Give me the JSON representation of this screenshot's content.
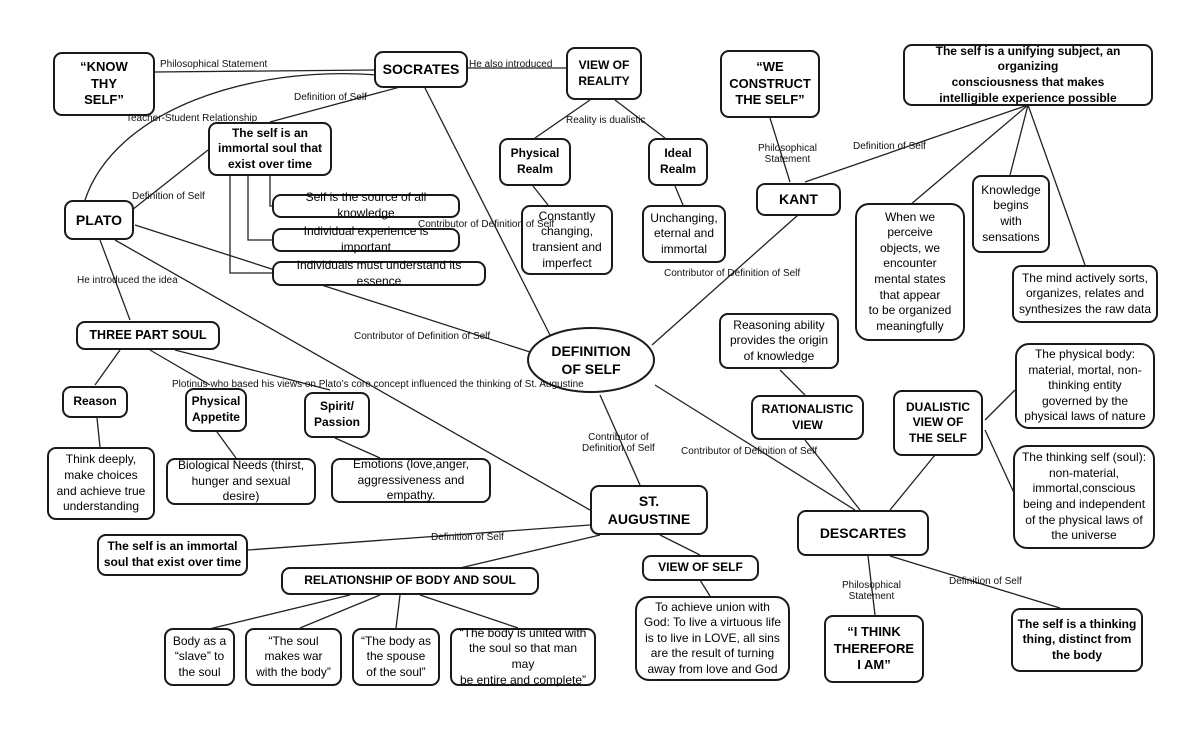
{
  "nodes": {
    "know_thy_self": "“KNOW\nTHY\nSELF”",
    "socrates": "SOCRATES",
    "view_of_reality": "VIEW OF\nREALITY",
    "we_construct": "“WE\nCONSTRUCT\nTHE SELF”",
    "unifying_subject": "The self is a unifying subject, an organizing\nconsciousness that makes\nintelligible experience possible",
    "immortal_soul_socrates": "The self is an\nimmortal soul that\nexist over time",
    "physical_realm": "Physical\nRealm",
    "ideal_realm": "Ideal\nRealm",
    "plato": "PLATO",
    "source_knowledge": "Self is the source of all knowledge",
    "individual_experience": "Individual experience is important",
    "understand_essence": "Individuals must understand its essence",
    "constantly_changing": "Constantly\nchanging,\ntransient and\nimperfect",
    "unchanging": "Unchanging,\neternal and\nimmortal",
    "kant": "KANT",
    "perceive_objects": "When we\nperceive\nobjects, we\nencounter\nmental states\nthat appear\nto be  organized\nmeaningfully",
    "knowledge_sensations": "Knowledge\nbegins\nwith\nsensations",
    "mind_sorts": "The mind actively sorts,\norganizes, relates and\nsynthesizes the raw data",
    "three_part_soul": "THREE PART SOUL",
    "definition_of_self": "DEFINITION\nOF SELF",
    "reasoning_ability": "Reasoning ability\nprovides the origin\nof knowledge",
    "physical_body": "The physical body:\nmaterial, mortal, non-\nthinking entity\ngoverned by the\nphysical laws of nature",
    "reason": "Reason",
    "physical_appetite": "Physical\nAppetite",
    "spirit_passion": "Spirit/\nPassion",
    "rationalistic_view": "RATIONALISTIC\nVIEW",
    "dualistic_view": "DUALISTIC\nVIEW OF\nTHE SELF",
    "think_deeply": "Think deeply,\nmake choices\nand achieve true\nunderstanding",
    "biological_needs": "Biological Needs (thirst,\nhunger and sexual desire)",
    "emotions": "Emotions (love,anger,\naggressiveness and empathy.",
    "thinking_self": "The thinking self (soul):\nnon-material,\nimmortal,conscious\nbeing and independent\nof the physical laws of\nthe universe",
    "st_augustine": "ST.\nAUGUSTINE",
    "descartes": "DESCARTES",
    "immortal_soul_augustine": "The self is an immortal\nsoul that exist over time",
    "relationship_body_soul": "RELATIONSHIP OF BODY AND SOUL",
    "view_of_self": "VIEW OF SELF",
    "to_achieve_union": "To achieve union with\nGod: To live a virtuous life\nis to live in LOVE, all sins\nare the result of turning\naway from love and God",
    "body_slave": "Body as a\n“slave” to\nthe soul",
    "soul_makes_war": "“The soul\nmakes war\nwith the body”",
    "body_spouse": "“The body as\nthe spouse\nof the soul”",
    "body_united": "“The body is united with\nthe soul so that man may\nbe entire and complete”",
    "i_think": "“I THINK\nTHEREFORE\nI AM”",
    "thinking_thing": "The self is a thinking\nthing, distinct from\nthe body"
  },
  "labels": {
    "philosophical_statement_1": "Philosophical Statement",
    "he_also_introduced": "He also introduced",
    "definition_of_self_1": "Definition of Self",
    "teacher_student": "Teacher-Student Relationship",
    "reality_dualistic": "Reality is dualistic",
    "philosophical_statement_kant": "Philosophical\nStatement",
    "definition_of_self_kant": "Definition of Self",
    "definition_of_self_plato": "Definition of Self",
    "contributor_socrates": "Contributor of Definition of Self",
    "contributor_kant": "Contributor of Definition of Self",
    "he_introduced_idea": "He introduced the idea",
    "contributor_plato": "Contributor of Definition of Self",
    "plotinus": "Plotinus  who based his views on Plato’s core concept influenced the thinking of St. Augustine",
    "contributor_augustine": "Contributor of\nDefinition of Self",
    "contributor_descartes": "Contributor of Definition of Self",
    "definition_of_self_augustine": "Definition of Self",
    "philosophical_statement_descartes": "Philosophical\nStatement",
    "definition_of_self_descartes": "Definition of Self"
  }
}
